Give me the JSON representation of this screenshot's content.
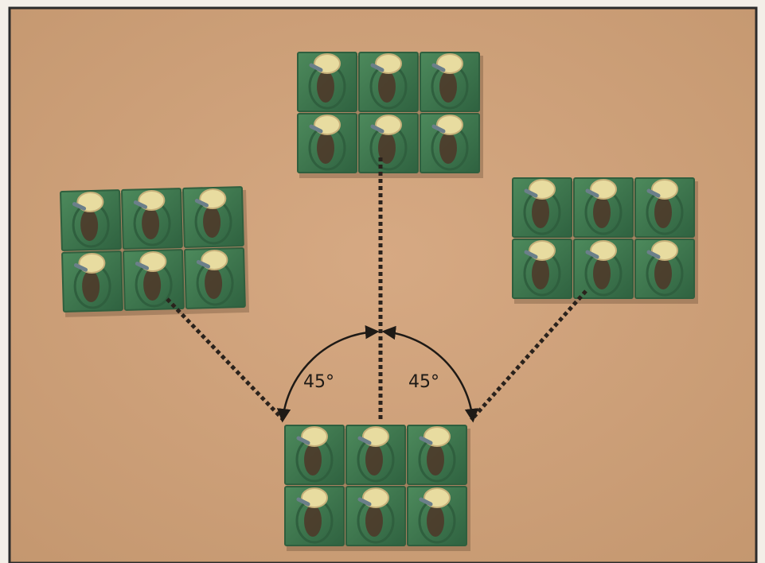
{
  "angle_labels": {
    "left": "45°",
    "right": "45°"
  },
  "colors": {
    "mat": "#cfa27c",
    "frame": "#2b2b2b",
    "base_green": "#3f7a50",
    "base_green_dark": "#2f5f3e",
    "figure_cream": "#e8dca0",
    "figure_skin": "#c6b07a",
    "figure_dark": "#4e3a2a",
    "dotted_line": "#2a221c",
    "arc_line": "#1e1a16"
  },
  "units": [
    {
      "name": "top-unit"
    },
    {
      "name": "left-unit"
    },
    {
      "name": "right-unit"
    },
    {
      "name": "bottom-unit"
    }
  ]
}
